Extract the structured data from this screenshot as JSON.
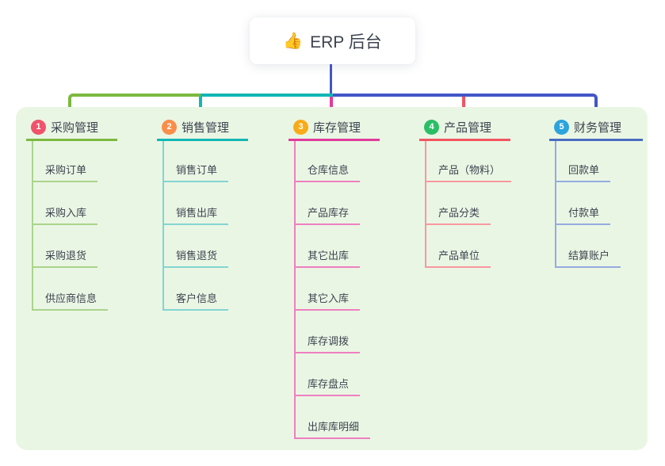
{
  "root": {
    "label": "ERP 后台",
    "icon": "thumbs-up-icon",
    "icon_char": "👍"
  },
  "branches": [
    {
      "index": "1",
      "label": "采购管理",
      "badge_color": "#f0536b",
      "line_color": "#7cb93f",
      "sub_line_color": "#a9d58b",
      "items": [
        "采购订单",
        "采购入库",
        "采购退货",
        "供应商信息"
      ]
    },
    {
      "index": "2",
      "label": "销售管理",
      "badge_color": "#f98e4b",
      "line_color": "#12b7b4",
      "sub_line_color": "#82d5d1",
      "items": [
        "销售订单",
        "销售出库",
        "销售退货",
        "客户信息"
      ]
    },
    {
      "index": "3",
      "label": "库存管理",
      "badge_color": "#f8ab18",
      "line_color": "#e13b9b",
      "sub_line_color": "#ef7fc0",
      "items": [
        "仓库信息",
        "产品库存",
        "其它出库",
        "其它入库",
        "库存调拨",
        "库存盘点",
        "出库库明细"
      ]
    },
    {
      "index": "4",
      "label": "产品管理",
      "badge_color": "#2cbe66",
      "line_color": "#f2555f",
      "sub_line_color": "#f7989f",
      "items": [
        "产品（物料）",
        "产品分类",
        "产品单位"
      ]
    },
    {
      "index": "5",
      "label": "财务管理",
      "badge_color": "#2ba4dc",
      "line_color": "#4a6cc0",
      "sub_line_color": "#94acdf",
      "items": [
        "回款单",
        "付款单",
        "结算账户"
      ]
    }
  ],
  "colors": {
    "root_connector": "#4356c6",
    "panel_bg": "#eaf6e4",
    "canvas_bg": "#ffffff",
    "text": "#3d4450"
  }
}
